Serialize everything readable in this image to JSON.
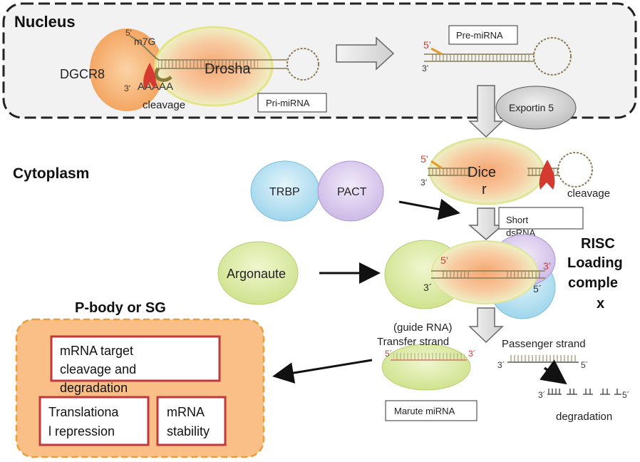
{
  "regions": {
    "nucleus": "Nucleus",
    "cytoplasm": "Cytoplasm",
    "pbody": "P-body or SG"
  },
  "nucleus_labels": {
    "dgcr8": "DGCR8",
    "drosha": "Drosha",
    "m7g": "m7G",
    "five_prime": "5'",
    "three_prime": "3'",
    "polya": "AAAAA",
    "cleavage": "cleavage",
    "pri_mirna": "Pri-miRNA",
    "pre_mirna": "Pre-miRNA",
    "pre_five": "5’",
    "pre_three": "3’"
  },
  "export": {
    "exportin": "Exportin 5"
  },
  "dicer": {
    "label_line1": "Dice",
    "label_line2": "r",
    "five": "5’",
    "three": "3’",
    "cleavage": "cleavage",
    "short_line1": "Short",
    "short_line2": "dsRNA"
  },
  "proteins": {
    "trbp": "TRBP",
    "pact": "PACT",
    "argonaute": "Argonaute"
  },
  "risc": {
    "line1": "RISC",
    "line2": "Loading",
    "line3": "comple",
    "line4": "x",
    "five_top": "5’",
    "three_top": "3’",
    "three_bottom": "3´",
    "five_bottom": "5´"
  },
  "strands": {
    "guide_line1": "(guide RNA)",
    "guide_line2": "Transfer strand",
    "guide_five": "5´",
    "guide_three": "3´",
    "passenger": "Passenger strand",
    "pass_three": "3´",
    "pass_five": "5´",
    "deg_three": "3´",
    "deg_five": "5´",
    "degradation": "degradation",
    "mature": "Marute miRNA"
  },
  "outcomes": {
    "cleavage_line1": "mRNA target",
    "cleavage_line2": "cleavage and",
    "cleavage_line3": "degradation",
    "transl_line1": "Translationa",
    "transl_line2": "l repression",
    "stab_line1": "mRNA",
    "stab_line2": "stability"
  },
  "colors": {
    "nucleus_border": "#222222",
    "pbody_fill": "#f9bf86",
    "pbody_border": "#e8a03e",
    "box_border": "#c0393b",
    "dgcr8": "#f4a460",
    "drosha_core": "#f6b98a",
    "drosha_ring": "#d8e79a",
    "trbp": "#a9dcef",
    "pact": "#d4c4ea",
    "argonaute": "#d6e898",
    "exportin": "#d4d4d4",
    "red_accent": "#d43a2f"
  }
}
